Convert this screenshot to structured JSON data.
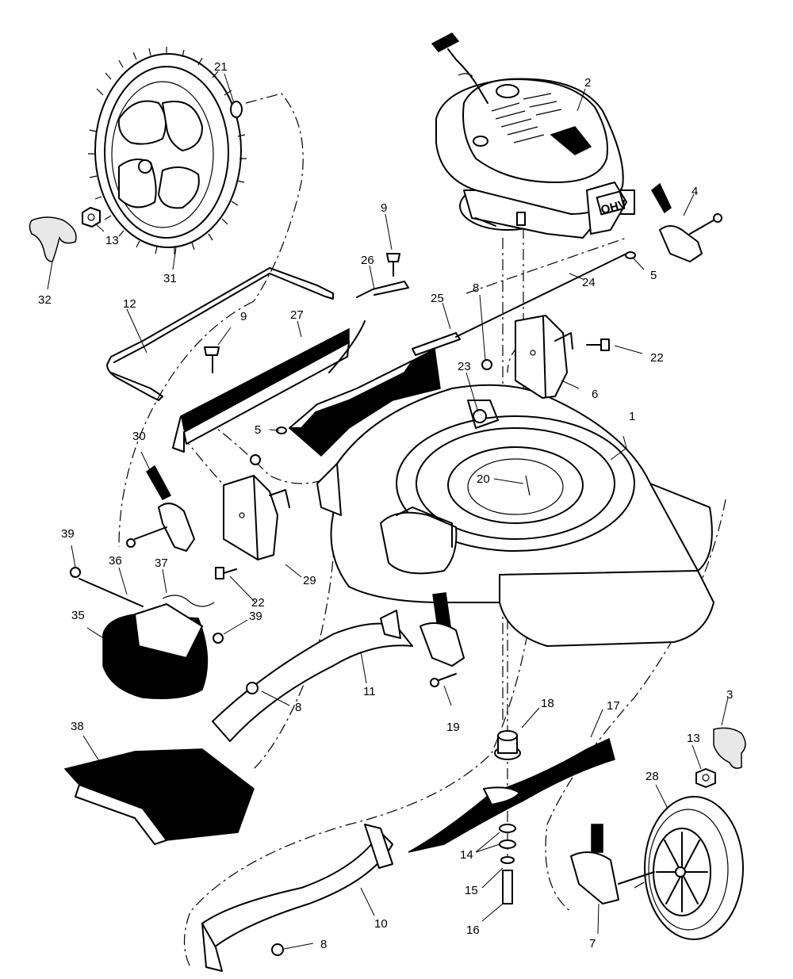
{
  "diagram": {
    "type": "exploded parts diagram",
    "callouts": [
      {
        "id": "c1",
        "label": "1"
      },
      {
        "id": "c2",
        "label": "2"
      },
      {
        "id": "c3",
        "label": "3"
      },
      {
        "id": "c4",
        "label": "4"
      },
      {
        "id": "c5a",
        "label": "5"
      },
      {
        "id": "c5b",
        "label": "5"
      },
      {
        "id": "c6",
        "label": "6"
      },
      {
        "id": "c7",
        "label": "7"
      },
      {
        "id": "c8a",
        "label": "8"
      },
      {
        "id": "c8b",
        "label": "8"
      },
      {
        "id": "c8c",
        "label": "8"
      },
      {
        "id": "c9a",
        "label": "9"
      },
      {
        "id": "c9b",
        "label": "9"
      },
      {
        "id": "c10",
        "label": "10"
      },
      {
        "id": "c11",
        "label": "11"
      },
      {
        "id": "c12",
        "label": "12"
      },
      {
        "id": "c13a",
        "label": "13"
      },
      {
        "id": "c13b",
        "label": "13"
      },
      {
        "id": "c14",
        "label": "14"
      },
      {
        "id": "c15",
        "label": "15"
      },
      {
        "id": "c16",
        "label": "16"
      },
      {
        "id": "c17",
        "label": "17"
      },
      {
        "id": "c18",
        "label": "18"
      },
      {
        "id": "c19",
        "label": "19"
      },
      {
        "id": "c20",
        "label": "20"
      },
      {
        "id": "c21",
        "label": "21"
      },
      {
        "id": "c22a",
        "label": "22"
      },
      {
        "id": "c22b",
        "label": "22"
      },
      {
        "id": "c23",
        "label": "23"
      },
      {
        "id": "c24",
        "label": "24"
      },
      {
        "id": "c25",
        "label": "25"
      },
      {
        "id": "c26",
        "label": "26"
      },
      {
        "id": "c27",
        "label": "27"
      },
      {
        "id": "c28",
        "label": "28"
      },
      {
        "id": "c29",
        "label": "29"
      },
      {
        "id": "c30",
        "label": "30"
      },
      {
        "id": "c31",
        "label": "31"
      },
      {
        "id": "c32",
        "label": "32"
      },
      {
        "id": "c35",
        "label": "35"
      },
      {
        "id": "c36",
        "label": "36"
      },
      {
        "id": "c37",
        "label": "37"
      },
      {
        "id": "c38",
        "label": "38"
      },
      {
        "id": "c39a",
        "label": "39"
      },
      {
        "id": "c39b",
        "label": "39"
      }
    ],
    "engine_badge": "OHV"
  }
}
